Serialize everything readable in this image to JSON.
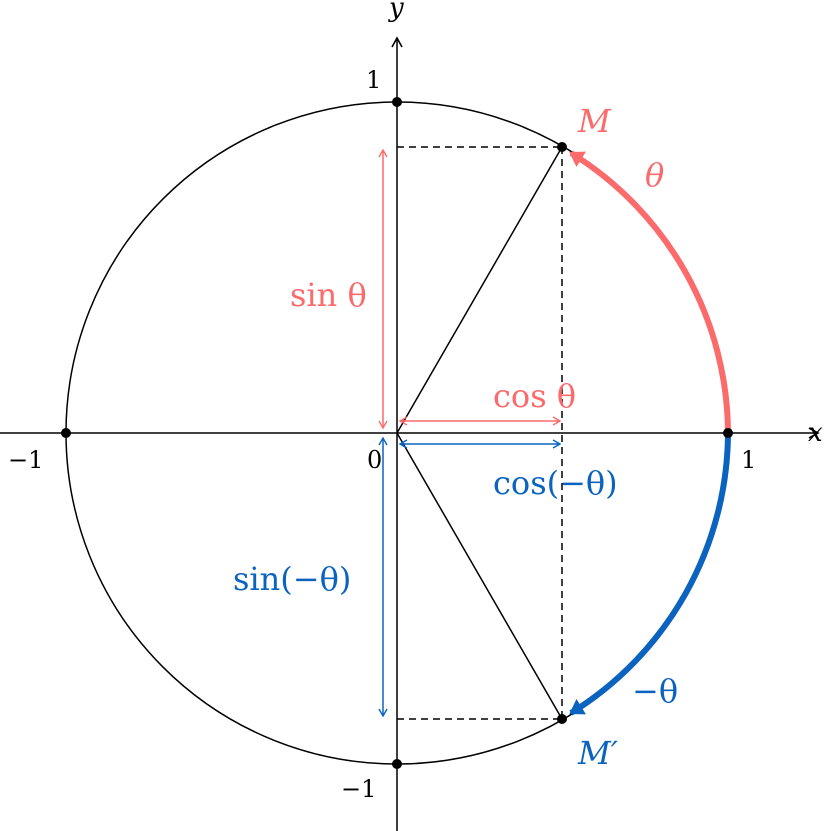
{
  "colors": {
    "axis": "#000000",
    "positive": "#fb6b6b",
    "negative": "#0b63c0"
  },
  "labels": {
    "x_axis": "x",
    "y_axis": "y",
    "tick_x_neg": "−1",
    "tick_x_pos": "1",
    "tick_y_pos": "1",
    "tick_y_neg": "−1",
    "origin": "0",
    "point_M": "M",
    "point_M_prime": "M′",
    "theta": "θ",
    "neg_theta": "−θ",
    "sin_theta": "sin θ",
    "cos_theta": "cos θ",
    "sin_neg_theta": "sin(−θ)",
    "cos_neg_theta": "cos(−θ)"
  }
}
